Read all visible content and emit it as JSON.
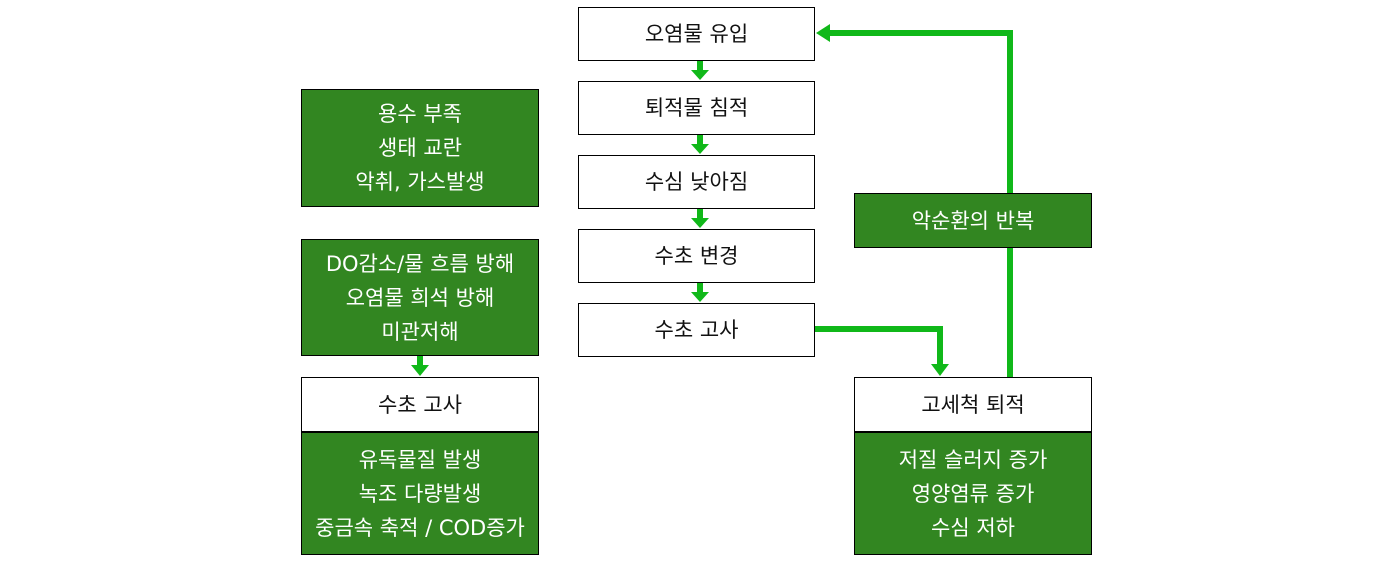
{
  "colors": {
    "box_green": "#328621",
    "arrow_green": "#10b819"
  },
  "center": [
    "오염물 유입",
    "퇴적물 침적",
    "수심 낮아짐",
    "수초 변경",
    "수초 고사"
  ],
  "left": {
    "problems1": [
      "용수 부족",
      "생태 교란",
      "악취, 가스발생"
    ],
    "problems2": [
      "DO감소/물 흐름 방해",
      "오염물 희석 방해",
      "미관저해"
    ],
    "node": "수초 고사",
    "effects": [
      "유독물질 발생",
      "녹조 다량발생",
      "중금속 축적 / COD증가"
    ]
  },
  "right": {
    "cycle": "악순환의 반복",
    "node": "고세척 퇴적",
    "effects": [
      "저질 슬러지 증가",
      "영양염류 증가",
      "수심 저하"
    ]
  }
}
